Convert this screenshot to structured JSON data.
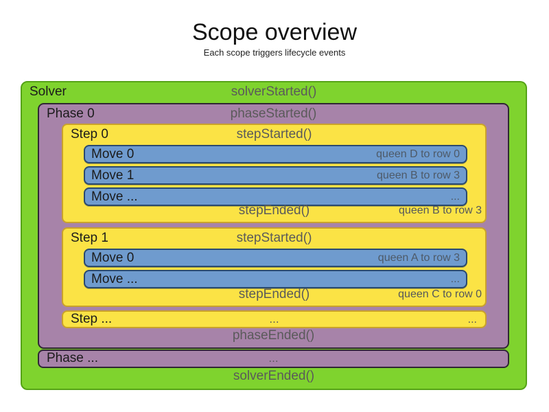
{
  "title": "Scope overview",
  "subtitle": "Each scope triggers lifecycle events",
  "colors": {
    "green": "#7fd32e",
    "green_border": "#55a316",
    "purple": "#a783a9",
    "purple_border": "#302634",
    "yellow": "#fbe345",
    "yellow_border": "#c9a22b",
    "blue": "#6f9bce",
    "blue_border": "#2a4a70",
    "event_text": "#5a5a5a",
    "label_text": "#1b1b1b",
    "note_text": "#54575b",
    "note_blue_text": "#4e5a68"
  },
  "solver": {
    "label": "Solver",
    "started": "solverStarted()",
    "ended": "solverEnded()",
    "phase0": {
      "label": "Phase 0",
      "started": "phaseStarted()",
      "ended": "phaseEnded()",
      "steps": [
        {
          "label": "Step 0",
          "started": "stepStarted()",
          "ended": "stepEnded()",
          "ended_note": "queen B to row 3",
          "moves": [
            {
              "label": "Move 0",
              "note": "queen D to row 0"
            },
            {
              "label": "Move 1",
              "note": "queen B to row 3"
            },
            {
              "label": "Move ...",
              "note": "..."
            }
          ]
        },
        {
          "label": "Step 1",
          "started": "stepStarted()",
          "ended": "stepEnded()",
          "ended_note": "queen C to row 0",
          "moves": [
            {
              "label": "Move 0",
              "note": "queen A to row 3"
            },
            {
              "label": "Move ...",
              "note": "..."
            }
          ]
        }
      ],
      "step_more": {
        "label": "Step ...",
        "center": "...",
        "right": "..."
      },
      "phase_more": {
        "label": "Phase ...",
        "center": "..."
      }
    }
  }
}
